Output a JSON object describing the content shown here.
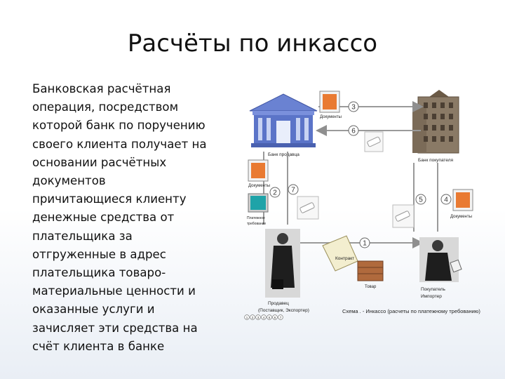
{
  "title": "Расчёты по инкассо",
  "description": "Банковская расчётная\nоперация, посредством\nкоторой банк по поручению\nсвоего клиента получает на\nосновании расчётных\nдокументов\nпричитающиеся клиенту\nденежные средства от\nплательщика за\nотгруженные в адрес\nплательщика товаро-\nматериальные ценности и\nоказанные услуги и\nзачисляет эти средства на\nсчёт клиента в банке",
  "diagram": {
    "seller_bank_label": "Банк продавца",
    "buyer_bank_label": "Банк покупателя",
    "documents_label_top": "Документы",
    "documents_label_left": "Документы",
    "documents_label_right": "Документы",
    "payment_request_label_1": "Платежное",
    "payment_request_label_2": "требование",
    "contract_label": "Контракт",
    "goods_label": "Товар",
    "seller_label_1": "Продавец",
    "seller_label_2": "(Поставщик, Экспортер)",
    "buyer_label_1": "Покупатель",
    "buyer_label_2": "Импортер",
    "caption": "Схема . - Инкассо (расчеты по платежному требованию)",
    "steps": [
      "1",
      "2",
      "3",
      "4",
      "5",
      "6",
      "7"
    ],
    "legend_numbers": [
      "1",
      "2",
      "3",
      "4",
      "5",
      "6",
      "7"
    ]
  },
  "colors": {
    "bank_blue": "#5b74c8",
    "arrow_gray": "#9a9a9a",
    "doc_orange": "#e97a32",
    "terminal_teal": "#1fa3a8"
  }
}
